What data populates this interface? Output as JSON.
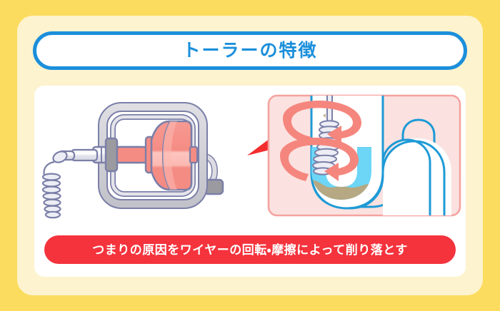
{
  "page": {
    "background_color": "#FCDC5E",
    "panel_color": "#FDF3CE",
    "card_color": "#FFFFFF"
  },
  "header": {
    "title": "トーラーの特徴",
    "title_color": "#1B8FDB",
    "border_color": "#1B8FDB"
  },
  "caption": {
    "text": "つまりの原因をワイヤーの回転・摩擦によって削り落とす",
    "background_color": "#F4333D",
    "text_color": "#FFFFFF"
  },
  "illustration": {
    "tool": {
      "name": "drain-auger-tool",
      "frame_color": "#D3D3D8",
      "frame_outline_color": "#7B7FA8",
      "drum_color": "#F58C84",
      "drum_highlight_color": "#FBB9B2",
      "wire_color": "#E8E9F2",
      "handle_color": "#9A9AA0"
    },
    "pointer": {
      "name": "zoom-pointer-arrow",
      "color": "#F22E2E"
    },
    "zoom_panel": {
      "name": "drain-trap-closeup",
      "background_color": "#FBE2E0",
      "border_color": "#F5A3A0",
      "pipe_outline_color": "#1E9AD6",
      "water_color": "#6DD5F5",
      "sludge_color": "#B5A882",
      "rotation_arrow_color": "#F5867E",
      "wire_color": "#E8E9F2",
      "rotation_arrows_count": 2
    }
  }
}
